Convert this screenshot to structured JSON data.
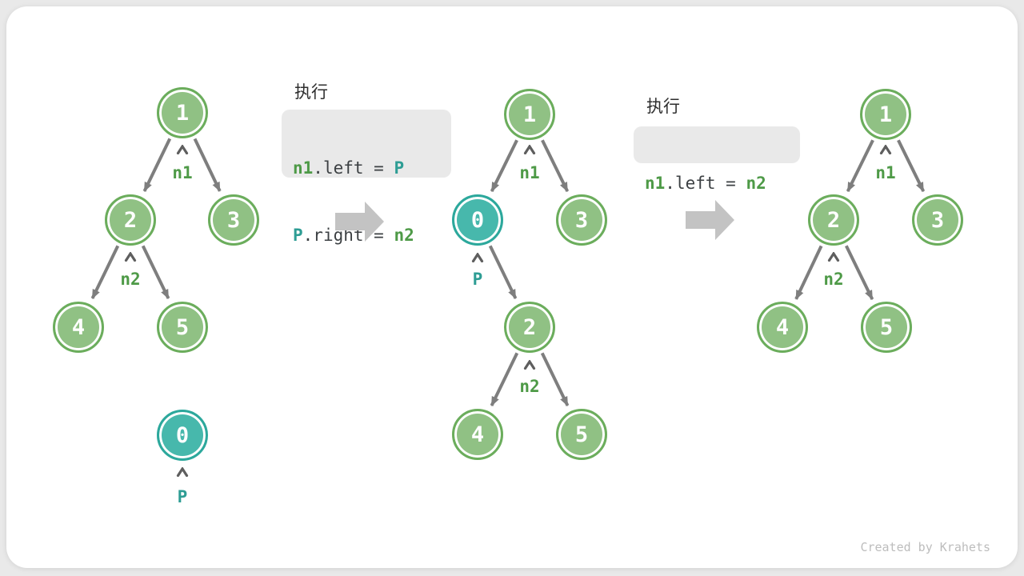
{
  "watermark": "Created by Krahets",
  "colors": {
    "node_green_fill": "#90C184",
    "node_green_border": "#6BAD5C",
    "node_teal_fill": "#47B8AC",
    "node_teal_border": "#2CA89C",
    "pointer_green": "#4E9A47",
    "pointer_teal": "#2E9D94",
    "edge_gray": "#7E7E7E",
    "caret_gray": "#5E5E5E",
    "big_arrow_gray": "#C3C3C3",
    "code_bg": "#E9E9E9",
    "code_text_dark": "#3C4043",
    "title_text": "#2E2E2E",
    "watermark_gray": "#BDBDBD",
    "card_bg": "#FFFFFF",
    "page_bg": "#E9E9E9"
  },
  "trees": [
    {
      "name": "initial-tree-with-detached-node",
      "nodes": [
        {
          "value": "1",
          "pointer": "n1",
          "color": "green"
        },
        {
          "value": "2",
          "pointer": "n2",
          "color": "green"
        },
        {
          "value": "3",
          "color": "green"
        },
        {
          "value": "4",
          "color": "green"
        },
        {
          "value": "5",
          "color": "green"
        },
        {
          "value": "0",
          "pointer": "P",
          "color": "teal"
        }
      ],
      "edges": [
        [
          "1",
          "2"
        ],
        [
          "1",
          "3"
        ],
        [
          "2",
          "4"
        ],
        [
          "2",
          "5"
        ]
      ]
    },
    {
      "name": "tree-after-inserting-node-p",
      "nodes": [
        {
          "value": "1",
          "pointer": "n1",
          "color": "green"
        },
        {
          "value": "0",
          "pointer": "P",
          "color": "teal"
        },
        {
          "value": "3",
          "color": "green"
        },
        {
          "value": "2",
          "pointer": "n2",
          "color": "green"
        },
        {
          "value": "4",
          "color": "green"
        },
        {
          "value": "5",
          "color": "green"
        }
      ],
      "edges": [
        [
          "1",
          "0"
        ],
        [
          "1",
          "3"
        ],
        [
          "0",
          "2"
        ],
        [
          "2",
          "4"
        ],
        [
          "2",
          "5"
        ]
      ]
    },
    {
      "name": "tree-after-removing-node-p",
      "nodes": [
        {
          "value": "1",
          "pointer": "n1",
          "color": "green"
        },
        {
          "value": "2",
          "pointer": "n2",
          "color": "green"
        },
        {
          "value": "3",
          "color": "green"
        },
        {
          "value": "4",
          "color": "green"
        },
        {
          "value": "5",
          "color": "green"
        }
      ],
      "edges": [
        [
          "1",
          "2"
        ],
        [
          "1",
          "3"
        ],
        [
          "2",
          "4"
        ],
        [
          "2",
          "5"
        ]
      ]
    }
  ],
  "code_blocks": [
    {
      "title": "执行",
      "lines": [
        [
          {
            "text": "n1",
            "color": "green"
          },
          {
            "text": ".left = ",
            "color": "dark"
          },
          {
            "text": "P",
            "color": "teal"
          }
        ],
        [
          {
            "text": "P",
            "color": "teal"
          },
          {
            "text": ".right = ",
            "color": "dark"
          },
          {
            "text": "n2",
            "color": "green"
          }
        ]
      ]
    },
    {
      "title": "执行",
      "lines": [
        [
          {
            "text": "n1",
            "color": "green"
          },
          {
            "text": ".left = ",
            "color": "dark"
          },
          {
            "text": "n2",
            "color": "green"
          }
        ]
      ]
    }
  ]
}
